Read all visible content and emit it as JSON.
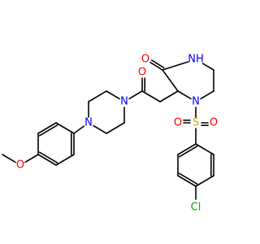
{
  "molecule": {
    "atoms": [
      {
        "id": "nh",
        "symbol": "NH",
        "color": "#0000ff"
      },
      {
        "id": "o_lactam",
        "symbol": "O",
        "color": "#ff0000"
      },
      {
        "id": "o_amide",
        "symbol": "O",
        "color": "#ff0000"
      },
      {
        "id": "n_pip_amide",
        "symbol": "N",
        "color": "#0000ff"
      },
      {
        "id": "n_pip_aryl",
        "symbol": "N",
        "color": "#0000ff"
      },
      {
        "id": "n_sulfonyl",
        "symbol": "N",
        "color": "#0000ff"
      },
      {
        "id": "s",
        "symbol": "S",
        "color": "#ccaa00"
      },
      {
        "id": "o_s1",
        "symbol": "O",
        "color": "#ff0000"
      },
      {
        "id": "o_s2",
        "symbol": "O",
        "color": "#ff0000"
      },
      {
        "id": "o_methoxy",
        "symbol": "O",
        "color": "#ff0000"
      },
      {
        "id": "cl",
        "symbol": "Cl",
        "color": "#00aa00"
      }
    ]
  }
}
